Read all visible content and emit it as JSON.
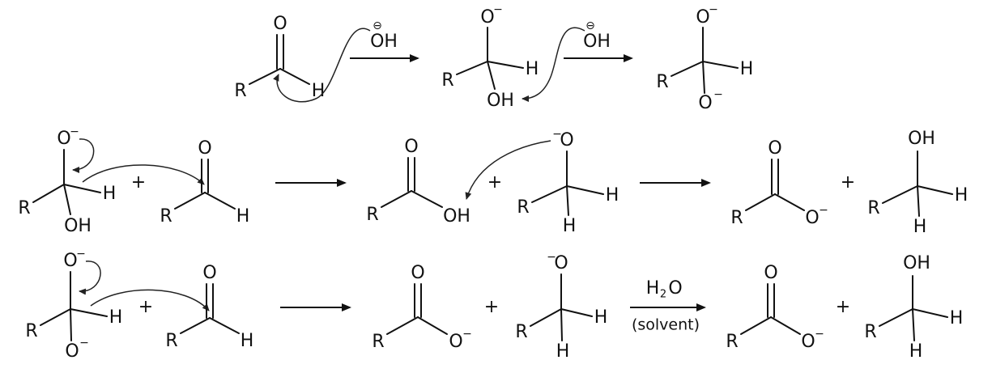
{
  "atoms": {
    "O": "O",
    "H": "H",
    "R": "R",
    "OH": "OH",
    "plus": "+"
  },
  "charges": {
    "minus": "−",
    "anion": "⊖"
  },
  "conditions": {
    "hydroxide": "OH",
    "water_main": "H",
    "water_sub": "2",
    "water_tail": "O",
    "solvent": "(solvent)"
  }
}
